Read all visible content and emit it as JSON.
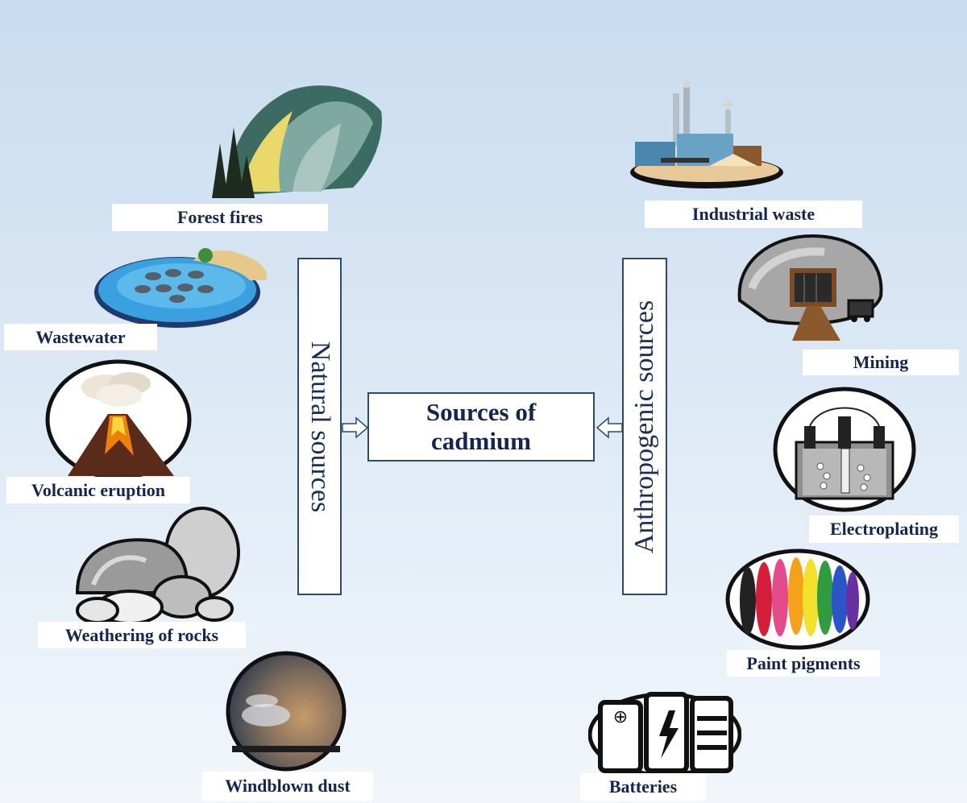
{
  "center": {
    "line1": "Sources of",
    "line2": "cadmium"
  },
  "natural_label": "Natural sources",
  "anthropogenic_label": "Anthropogenic sources",
  "natural_sources": [
    {
      "label": "Forest fires",
      "icon": "forest-fire-icon"
    },
    {
      "label": "Wastewater",
      "icon": "wastewater-pond-icon"
    },
    {
      "label": "Volcanic eruption",
      "icon": "volcano-icon"
    },
    {
      "label": "Weathering of rocks",
      "icon": "rocks-icon"
    },
    {
      "label": "Windblown dust",
      "icon": "dust-storm-icon"
    }
  ],
  "anthropogenic_sources": [
    {
      "label": "Industrial waste",
      "icon": "factory-icon"
    },
    {
      "label": "Mining",
      "icon": "mine-entrance-icon"
    },
    {
      "label": "Electroplating",
      "icon": "electroplating-tank-icon"
    },
    {
      "label": "Paint pigments",
      "icon": "paint-pigments-icon"
    },
    {
      "label": "Batteries",
      "icon": "batteries-icon"
    }
  ],
  "colors": {
    "text": "#15254d",
    "border": "#2c4a6b",
    "background": "#d7e5f3"
  }
}
